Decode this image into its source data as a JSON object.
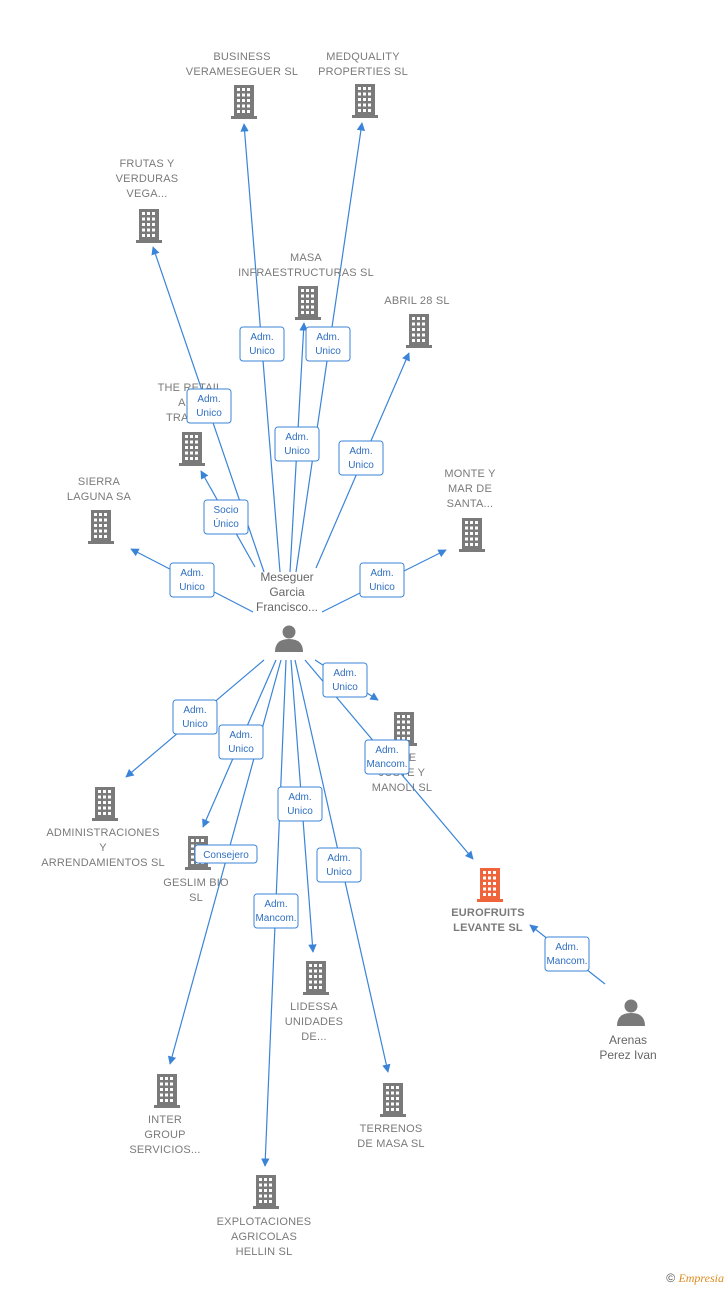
{
  "colors": {
    "edge": "#3a84d8",
    "building": "#7a7a7a",
    "focus": "#f0643c",
    "person": "#7a7a7a"
  },
  "center_person": {
    "lines": [
      "Meseguer",
      "Garcia",
      "Francisco..."
    ]
  },
  "other_person": {
    "lines": [
      "Arenas",
      "Perez Ivan"
    ]
  },
  "companies": [
    {
      "id": "business",
      "lines": [
        "BUSINESS",
        "VERAMESEGUER SL"
      ],
      "focus": false
    },
    {
      "id": "medquality",
      "lines": [
        "MEDQUALITY",
        "PROPERTIES SL"
      ],
      "focus": false
    },
    {
      "id": "frutas",
      "lines": [
        "FRUTAS Y",
        "VERDURAS",
        "VEGA..."
      ],
      "focus": false
    },
    {
      "id": "masa",
      "lines": [
        "MASA",
        "INFRAESTRUCTURAS SL"
      ],
      "focus": false
    },
    {
      "id": "abril",
      "lines": [
        "ABRIL 28  SL"
      ],
      "focus": false
    },
    {
      "id": "retail",
      "lines": [
        "THE RETAIL",
        "AND",
        "TRADE..."
      ],
      "focus": false
    },
    {
      "id": "sierra",
      "lines": [
        "SIERRA",
        "LAGUNA SA"
      ],
      "focus": false
    },
    {
      "id": "monte",
      "lines": [
        "MONTE Y",
        "MAR DE",
        "SANTA..."
      ],
      "focus": false
    },
    {
      "id": "juste",
      "lines": [
        "... DE",
        "JUSTE Y",
        "MANOLI  SL"
      ],
      "focus": false
    },
    {
      "id": "admin",
      "lines": [
        "ADMINISTRACIONES",
        "Y",
        "ARRENDAMIENTOS SL"
      ],
      "focus": false
    },
    {
      "id": "geslim",
      "lines": [
        "GESLIM BIO",
        "SL"
      ],
      "focus": false
    },
    {
      "id": "eurofruits",
      "lines": [
        "EUROFRUITS",
        "LEVANTE  SL"
      ],
      "focus": true
    },
    {
      "id": "lidessa",
      "lines": [
        "LIDESSA",
        "UNIDADES",
        "DE..."
      ],
      "focus": false
    },
    {
      "id": "inter",
      "lines": [
        "INTER",
        "GROUP",
        "SERVICIOS..."
      ],
      "focus": false
    },
    {
      "id": "terrenos",
      "lines": [
        "TERRENOS",
        "DE MASA SL"
      ],
      "focus": false
    },
    {
      "id": "explotaciones",
      "lines": [
        "EXPLOTACIONES",
        "AGRICOLAS",
        "HELLIN  SL"
      ],
      "focus": false
    }
  ],
  "edges": [
    {
      "to": "business",
      "lines": [
        "Adm.",
        "Unico"
      ]
    },
    {
      "to": "medquality",
      "lines": [
        "Adm.",
        "Unico"
      ]
    },
    {
      "to": "frutas",
      "lines": [
        "Adm.",
        "Unico"
      ]
    },
    {
      "to": "masa",
      "lines": [
        "Adm.",
        "Unico"
      ]
    },
    {
      "to": "abril",
      "lines": [
        "Adm.",
        "Unico"
      ]
    },
    {
      "to": "retail",
      "lines": [
        "Socio",
        "Único"
      ]
    },
    {
      "to": "sierra",
      "lines": [
        "Adm.",
        "Unico"
      ]
    },
    {
      "to": "monte",
      "lines": [
        "Adm.",
        "Unico"
      ]
    },
    {
      "to": "juste",
      "lines": [
        "Adm.",
        "Unico"
      ]
    },
    {
      "to": "eurofruits",
      "lines": [
        "Adm.",
        "Mancom."
      ]
    },
    {
      "to": "admin",
      "lines": [
        "Adm.",
        "Unico"
      ]
    },
    {
      "to": "geslim",
      "lines": [
        "Adm.",
        "Unico"
      ]
    },
    {
      "to": "geslim_consejero",
      "lines": [
        "Consejero"
      ]
    },
    {
      "to": "lidessa",
      "lines": [
        "Adm.",
        "Unico"
      ]
    },
    {
      "to": "terrenos",
      "lines": [
        "Adm.",
        "Unico"
      ]
    },
    {
      "to": "explotaciones",
      "lines": [
        "Adm.",
        "Mancom."
      ]
    },
    {
      "to": "inter",
      "lines": []
    },
    {
      "from": "arenas",
      "to": "eurofruits",
      "lines": [
        "Adm.",
        "Mancom."
      ]
    }
  ],
  "footer": {
    "copyright": "©",
    "brand": "Empresia"
  }
}
